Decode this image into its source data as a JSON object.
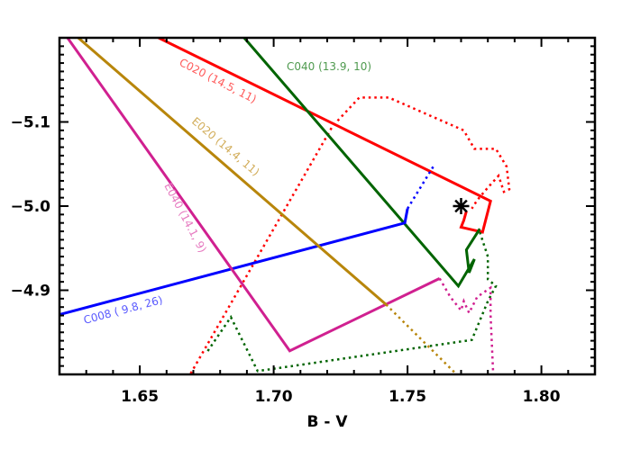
{
  "chart_data": {
    "type": "line",
    "title": "",
    "xlabel": "B - V",
    "ylabel": "",
    "xlim": [
      1.62,
      1.82
    ],
    "ylim": [
      -5.2,
      -4.8
    ],
    "y_inverted": true,
    "grid": false,
    "xticks": [
      "1.65",
      "1.70",
      "1.75",
      "1.80"
    ],
    "yticks": [
      "-5.1",
      "-5.0",
      "-4.9"
    ],
    "marker": {
      "symbol": "asterisk",
      "x": 1.77,
      "y": -5.0,
      "color": "#000000"
    },
    "series": [
      {
        "name": "C020 (14.5, 11)",
        "color": "#ff0000",
        "label_color": "#ff5a5a",
        "solid": {
          "x": [
            1.657,
            1.781,
            1.778,
            1.77,
            1.771,
            1.772
          ],
          "y": [
            -5.2,
            -5.006,
            -4.969,
            -4.975,
            -4.983,
            -4.994
          ]
        },
        "dotted": {
          "x": [
            1.669,
            1.722,
            1.732,
            1.743,
            1.771,
            1.775,
            1.783,
            1.787,
            1.788,
            1.786,
            1.784,
            1.78,
            1.776,
            1.774
          ],
          "y": [
            -4.801,
            -5.095,
            -5.129,
            -5.129,
            -5.09,
            -5.068,
            -5.068,
            -5.047,
            -5.02,
            -5.017,
            -5.036,
            -5.022,
            -5.007,
            -4.997
          ]
        }
      },
      {
        "name": "C040 (13.9, 10)",
        "color": "#006400",
        "label_color": "#4f9a4f",
        "solid": {
          "x": [
            1.689,
            1.769,
            1.775,
            1.773,
            1.772,
            1.777
          ],
          "y": [
            -5.2,
            -4.905,
            -4.937,
            -4.921,
            -4.948,
            -4.973
          ]
        },
        "dotted": {
          "x": [
            1.777,
            1.78,
            1.78,
            1.783,
            1.78,
            1.774,
            1.694,
            1.684,
            1.675
          ],
          "y": [
            -4.969,
            -4.94,
            -4.913,
            -4.905,
            -4.887,
            -4.841,
            -4.804,
            -4.868,
            -4.826
          ]
        }
      },
      {
        "name": "C008 ( 9.8, 26)",
        "color": "#0000ff",
        "label_color": "#5a5aff",
        "solid": {
          "x": [
            1.62,
            1.749,
            1.75
          ],
          "y": [
            -4.871,
            -4.98,
            -4.997
          ]
        },
        "dotted": {
          "x": [
            1.75,
            1.76
          ],
          "y": [
            -4.997,
            -5.049
          ]
        }
      },
      {
        "name": "E040 (14.1, 9)",
        "color": "#d02090",
        "label_color": "#e67ac0",
        "solid": {
          "x": [
            1.623,
            1.706,
            1.762
          ],
          "y": [
            -5.2,
            -4.828,
            -4.914
          ]
        },
        "dotted": {
          "x": [
            1.762,
            1.766,
            1.77,
            1.771,
            1.773,
            1.776,
            1.781,
            1.781,
            1.782
          ],
          "y": [
            -4.914,
            -4.892,
            -4.876,
            -4.887,
            -4.873,
            -4.892,
            -4.903,
            -4.871,
            -4.801
          ]
        }
      },
      {
        "name": "E020 (14.4, 11)",
        "color": "#b8860b",
        "label_color": "#d2ad5a",
        "solid": {
          "x": [
            1.627,
            1.742
          ],
          "y": [
            -5.2,
            -4.883
          ]
        },
        "dotted": {
          "x": [
            1.742,
            1.768
          ],
          "y": [
            -4.883,
            -4.801
          ]
        }
      }
    ]
  }
}
